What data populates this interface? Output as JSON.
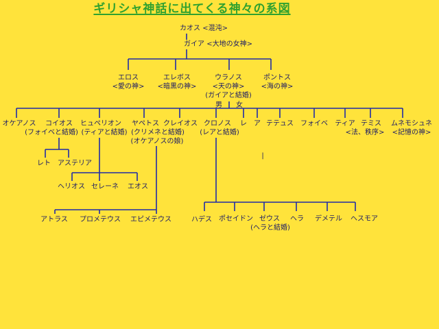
{
  "title": "ギリシャ神話に出てくる神々の系図",
  "colors": {
    "background": "#FFE33B",
    "title": "#2FA12F",
    "lines": "#1F2AA8",
    "text": "#1a1a66"
  },
  "chaos": "カオス <混沌>",
  "gaia": "ガイア <大地の女神>",
  "gen1": {
    "eros": {
      "name": "エロス",
      "desc": "<愛の神>"
    },
    "erebos": {
      "name": "エレボス",
      "desc": "<暗黒の神>"
    },
    "uranos": {
      "name": "ウラノス",
      "desc": "<天の神>",
      "note": "(ガイアと結婚)"
    },
    "pontos": {
      "name": "ポントス",
      "desc": "<海の神>"
    }
  },
  "male_label": "男",
  "female_label": "女",
  "titans": {
    "okeanos": "オケアノス",
    "koios": "コイオス",
    "koios_note": "(フォイベと結婚)",
    "hyperion": "ヒュペリオン",
    "hyperion_note": "(ティアと結婚)",
    "iapetos": "ヤペトス",
    "iapetos_note": "(クリメネと結婚)",
    "iapetos_note2": "(オケアノスの娘)",
    "kreios": "クレイオス",
    "kronos": "クロノス",
    "kronos_note": "(レアと結婚)",
    "rhea": "レ",
    "a": "ア",
    "tethys": "テテュス",
    "phoibe": "フォイベ",
    "theia": "ティア",
    "themis": "テミス",
    "themis_desc": "<法、秩序>",
    "mnemosyne": "ムネモシュネ",
    "mnemosyne_desc": "<記憶の神>"
  },
  "koios_children": {
    "leto": "レト",
    "asteria": "アステリア"
  },
  "hyperion_children": {
    "helios": "ヘリオス",
    "selene": "セレーネ",
    "eos": "エオス"
  },
  "iapetos_children": {
    "atlas": "アトラス",
    "prometheus": "プロメテウス",
    "epimetheus": "エピメテウス"
  },
  "kronos_children": {
    "hades": "ハデス",
    "poseidon": "ポセイドン",
    "zeus": "ゼウス",
    "zeus_note": "(ヘラと結婚)",
    "hera": "ヘラ",
    "demeter": "デメテル",
    "hestia": "ヘスモア"
  },
  "mark": "|"
}
